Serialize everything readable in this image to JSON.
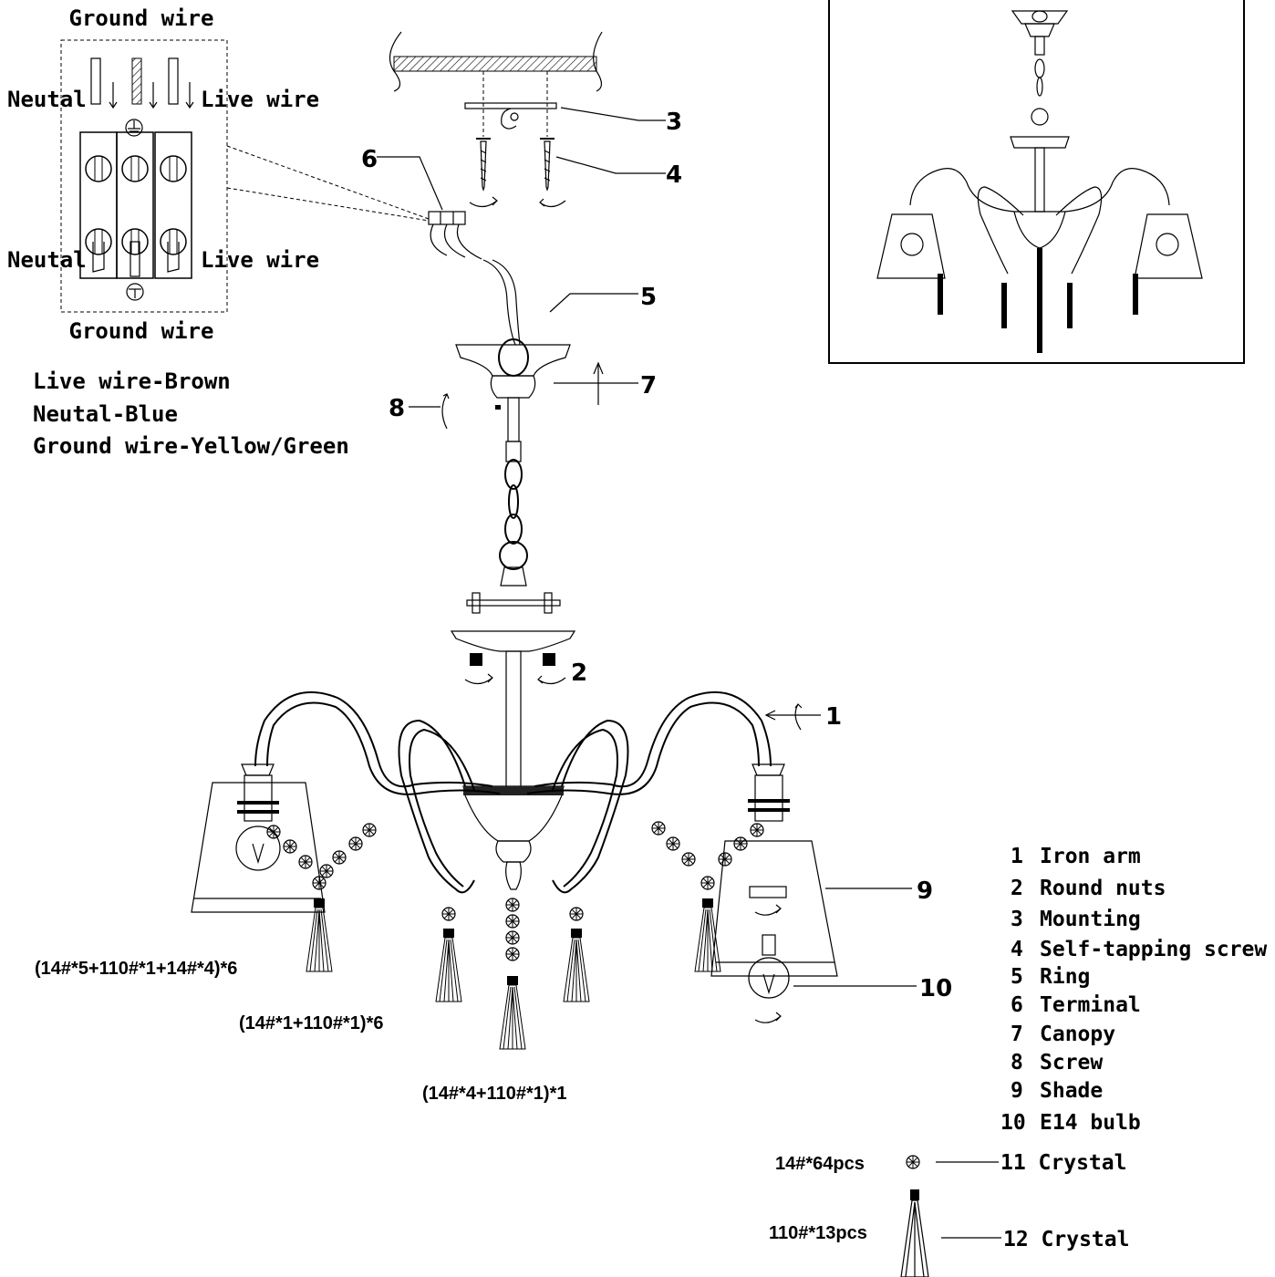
{
  "wiring": {
    "ground_wire_top": "Ground wire",
    "ground_wire_bottom": "Ground wire",
    "neutral_top": "Neutal",
    "neutral_bottom": "Neutal",
    "live_top": "Live wire",
    "live_bottom": "Live wire"
  },
  "color_legend": [
    "Live wire-Brown",
    "Neutal-Blue",
    "Ground wire-Yellow/Green"
  ],
  "callouts": {
    "c1": "1",
    "c2": "2",
    "c3": "3",
    "c4": "4",
    "c5": "5",
    "c6": "6",
    "c7": "7",
    "c8": "8",
    "c9": "9",
    "c10": "10"
  },
  "crystal_formulas": {
    "outer": "(14#*5+110#*1+14#*4)*6",
    "inner": "(14#*1+110#*1)*6",
    "center": "(14#*4+110#*1)*1"
  },
  "parts_list": [
    {
      "num": "1",
      "name": "Iron arm"
    },
    {
      "num": "2",
      "name": "Round nuts"
    },
    {
      "num": "3",
      "name": "Mounting"
    },
    {
      "num": "4",
      "name": "Self-tapping screw"
    },
    {
      "num": "5",
      "name": "Ring"
    },
    {
      "num": "6",
      "name": "Terminal"
    },
    {
      "num": "7",
      "name": "Canopy"
    },
    {
      "num": "8",
      "name": "Screw"
    },
    {
      "num": "9",
      "name": "Shade"
    },
    {
      "num": "10",
      "name": "E14 bulb"
    }
  ],
  "crystals": [
    {
      "qty": "14#*64pcs",
      "label": "11 Crystal",
      "icon": "crystal-bead-icon"
    },
    {
      "qty": "110#*13pcs",
      "label": "12 Crystal",
      "icon": "crystal-tassel-icon"
    }
  ]
}
